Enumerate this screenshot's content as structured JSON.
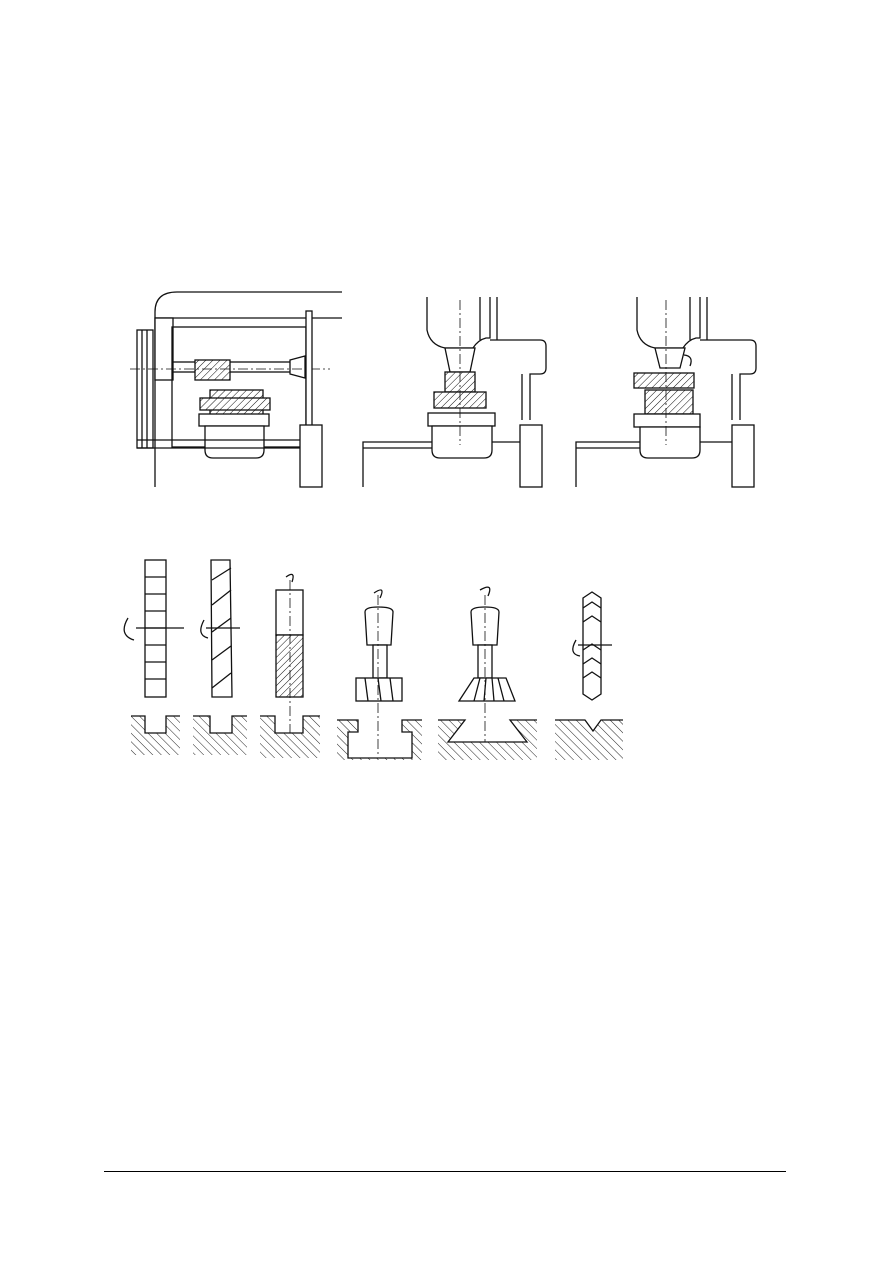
{
  "colors": {
    "ink": "#111111",
    "paper": "#ffffff"
  },
  "figure": {
    "top_row": [
      "horizontal-milling-setup",
      "vertical-milling-setup-gear-cutter",
      "vertical-milling-setup-wide-gear-cutter"
    ],
    "bottom_row": [
      "slotting-cutter-straight",
      "slotting-cutter-helical",
      "end-mill-slot",
      "t-slot-cutter",
      "dovetail-cutter",
      "angle-cutter-v-groove"
    ]
  }
}
